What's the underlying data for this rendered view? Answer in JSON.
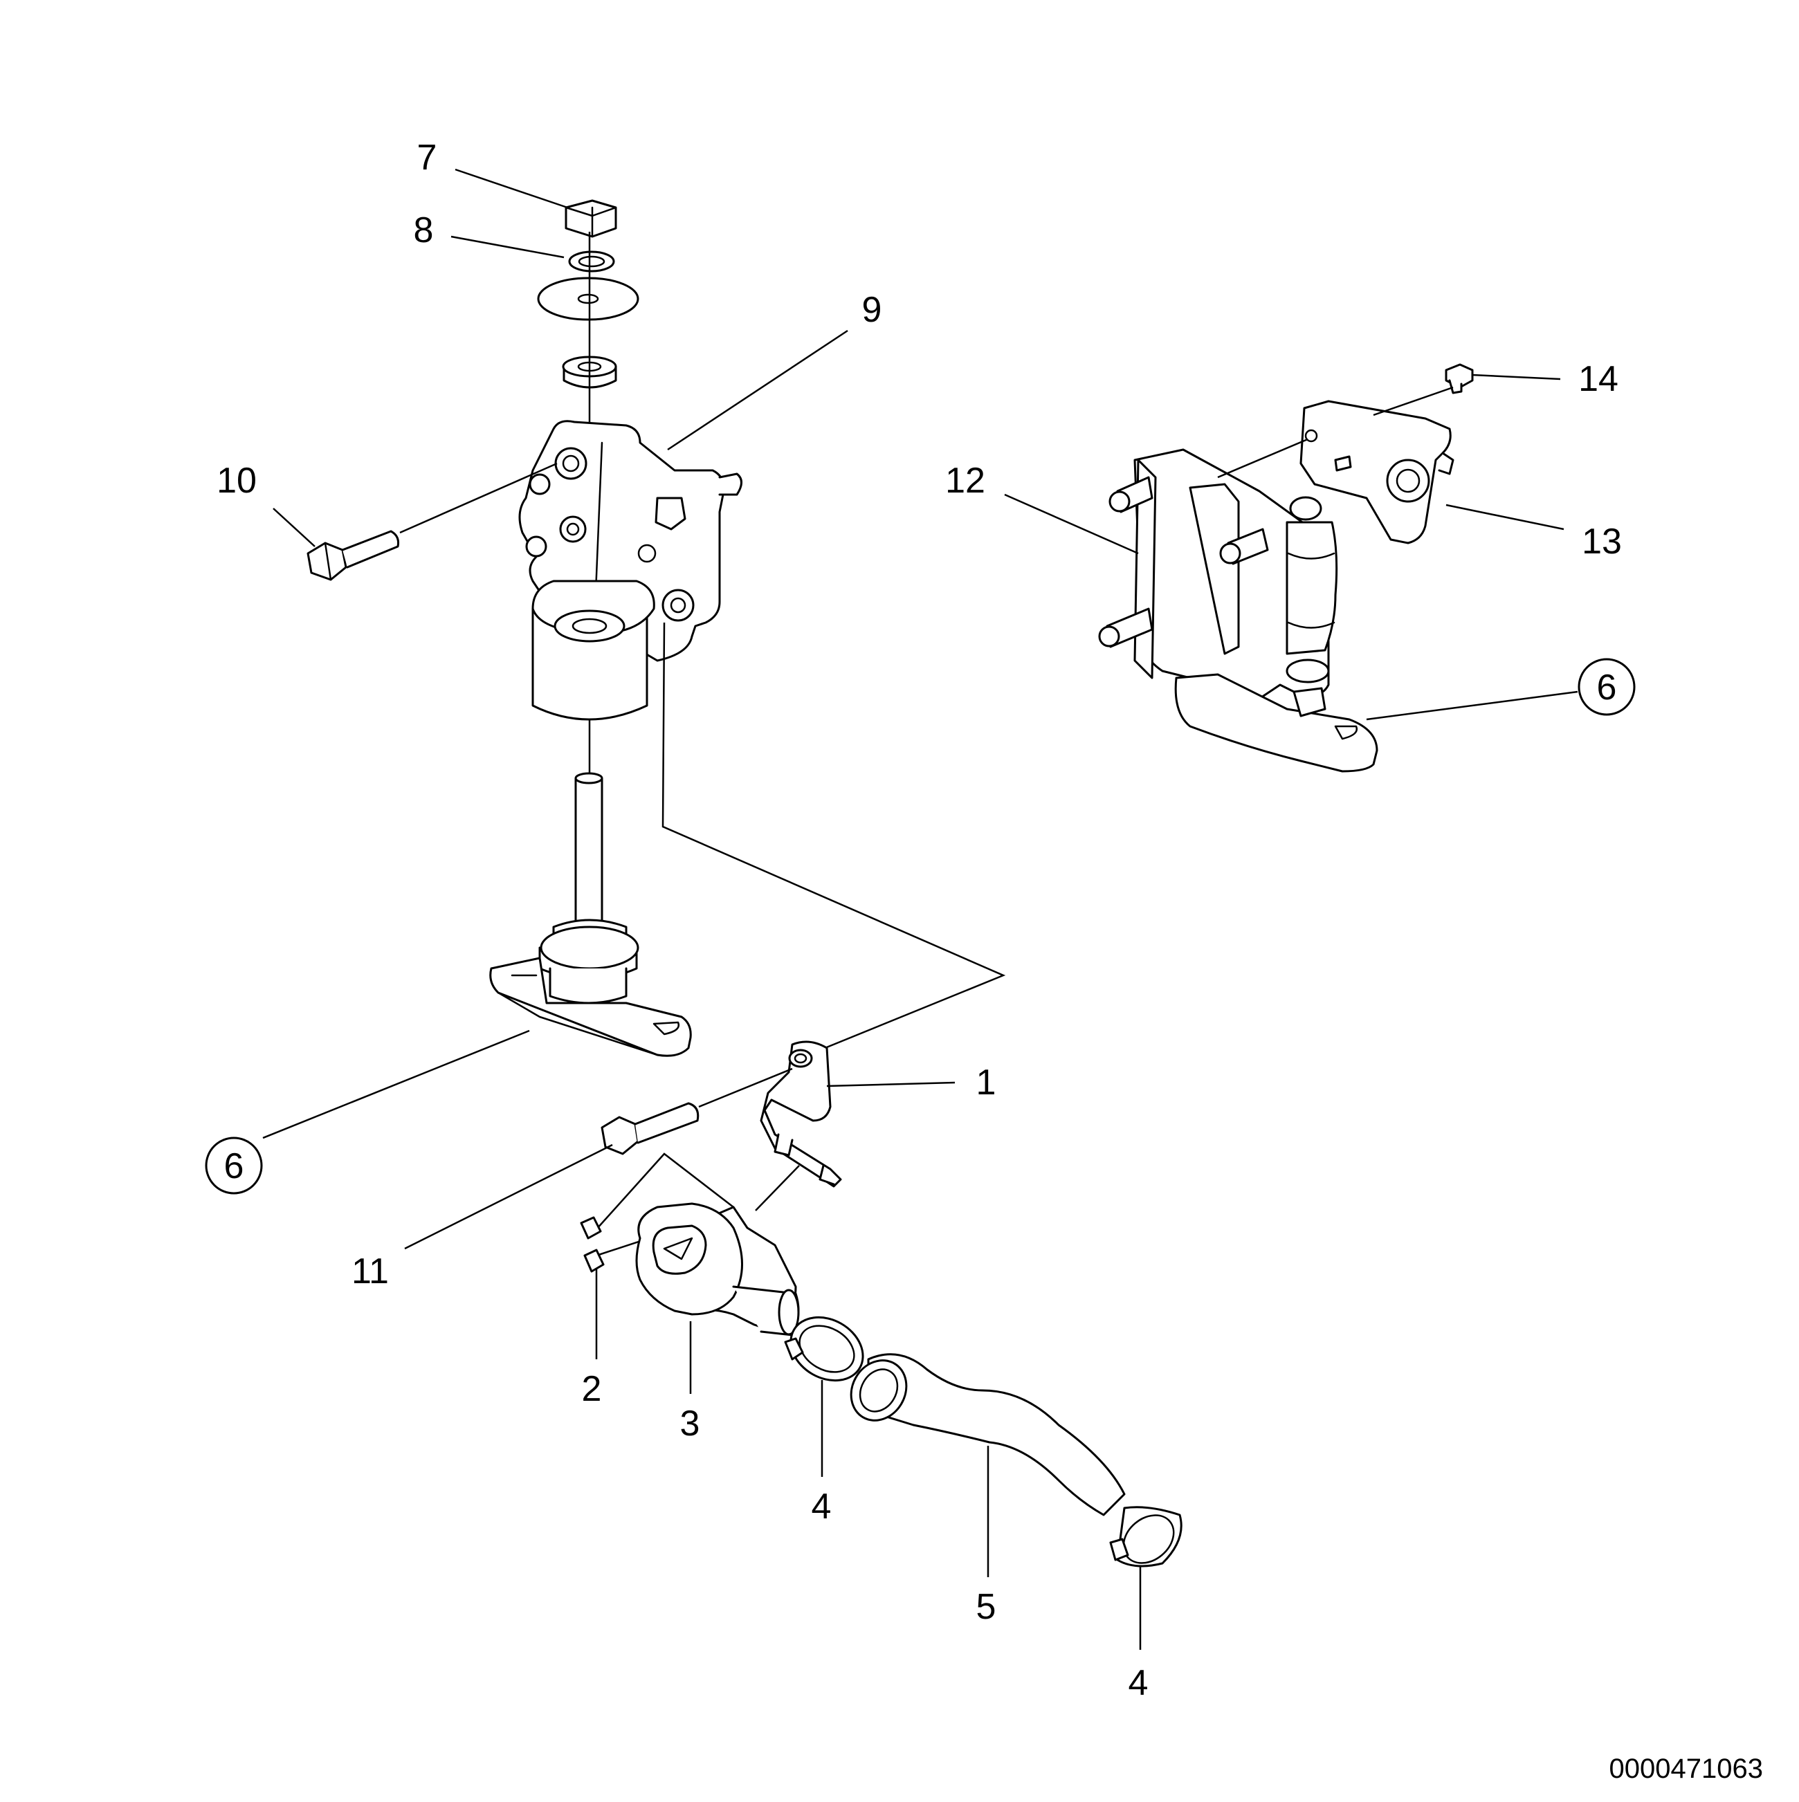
{
  "diagram": {
    "document_id": "0000471063",
    "callouts": [
      {
        "id": "c7",
        "label": "7"
      },
      {
        "id": "c8",
        "label": "8"
      },
      {
        "id": "c9",
        "label": "9"
      },
      {
        "id": "c10",
        "label": "10"
      },
      {
        "id": "c12",
        "label": "12"
      },
      {
        "id": "c14",
        "label": "14"
      },
      {
        "id": "c13",
        "label": "13"
      },
      {
        "id": "c6a",
        "label": "6",
        "circled": true
      },
      {
        "id": "c6b",
        "label": "6",
        "circled": true
      },
      {
        "id": "c1",
        "label": "1"
      },
      {
        "id": "c11",
        "label": "11"
      },
      {
        "id": "c2",
        "label": "2"
      },
      {
        "id": "c3",
        "label": "3"
      },
      {
        "id": "c4a",
        "label": "4"
      },
      {
        "id": "c5",
        "label": "5"
      },
      {
        "id": "c4b",
        "label": "4"
      }
    ]
  }
}
